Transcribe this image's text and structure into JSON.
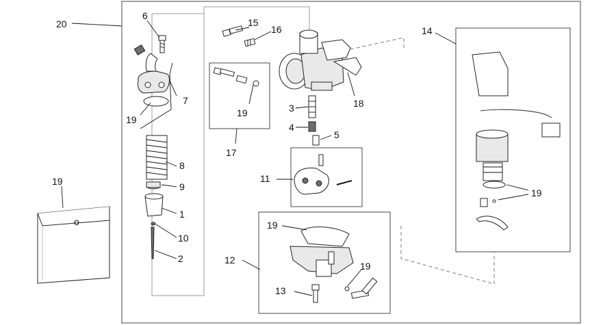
{
  "callouts": {
    "c1": "1",
    "c2": "2",
    "c3": "3",
    "c4": "4",
    "c5": "5",
    "c6": "6",
    "c7": "7",
    "c8": "8",
    "c9": "9",
    "c10": "10",
    "c11": "11",
    "c12": "12",
    "c13": "13",
    "c14": "14",
    "c15": "15",
    "c16": "16",
    "c17": "17",
    "c18": "18",
    "c19_bag": "19",
    "c19_gasket": "19",
    "c19_inner": "19",
    "c19_bowl": "19",
    "c19_small": "19",
    "c19_right": "19",
    "c20": "20"
  },
  "bag_mark": "o"
}
